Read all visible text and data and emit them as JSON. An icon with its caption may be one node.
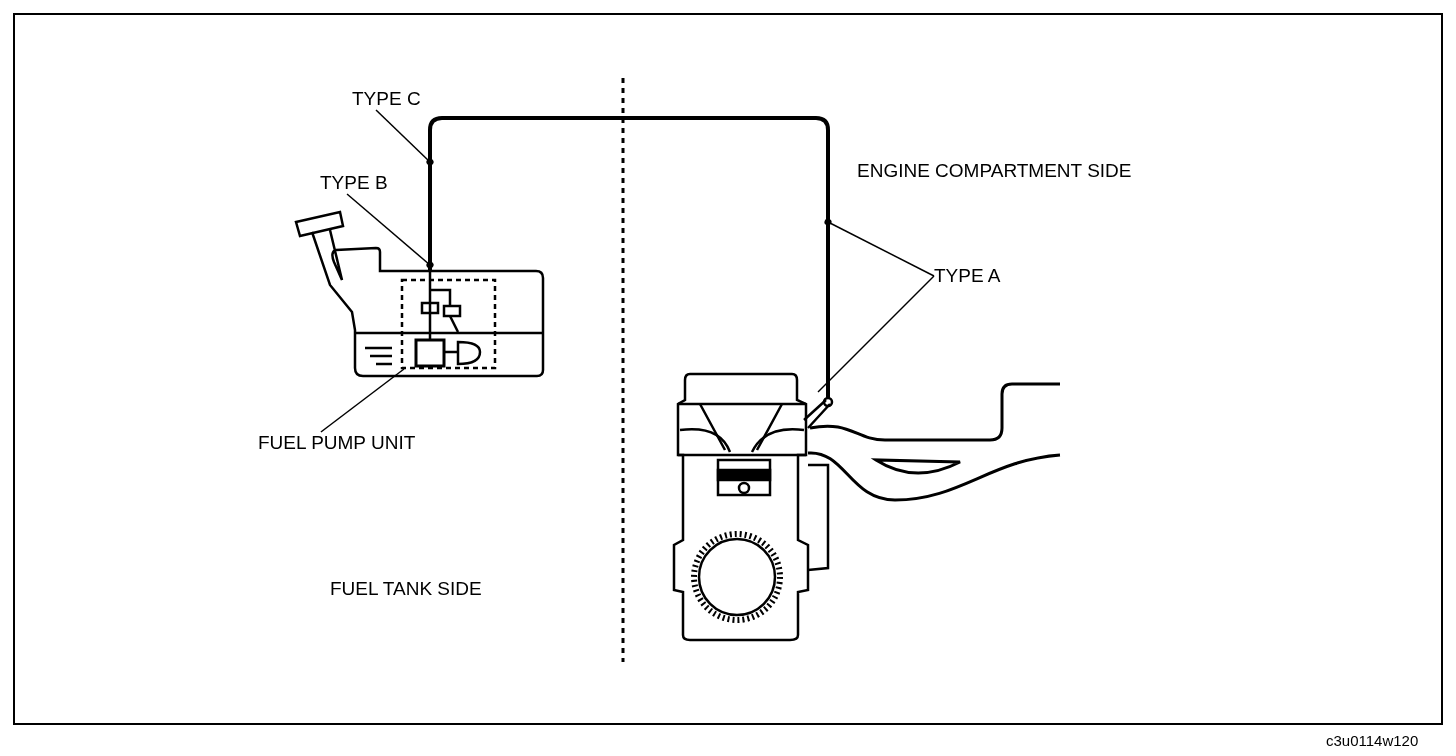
{
  "diagram": {
    "nodes": [
      {
        "text": [
          "TYPE C"
        ]
      },
      {
        "text": [
          "TYPE B"
        ]
      },
      {
        "text": [
          "TYPE A"
        ]
      },
      {
        "text": [
          "FUEL PUMP UNIT"
        ]
      },
      {
        "text": [],
        "shape": "pipe"
      },
      {
        "text": [],
        "shape": "nozzle"
      },
      {
        "text": [],
        "shape": "box"
      }
    ],
    "edges": [
      {
        "from": 0,
        "to": 4,
        "arrow": "other"
      },
      {
        "from": 1,
        "to": 4,
        "arrow": "other"
      },
      {
        "from": 2,
        "to": 4,
        "arrow": "other"
      },
      {
        "from": 2,
        "to": 5,
        "arrow": "none"
      },
      {
        "from": 3,
        "to": 6,
        "arrow": "none"
      }
    ],
    "labels": [
      "ENGINE COMPARTMENT SIDE",
      "FUEL TANK SIDE",
      "c3u0114w120"
    ]
  }
}
